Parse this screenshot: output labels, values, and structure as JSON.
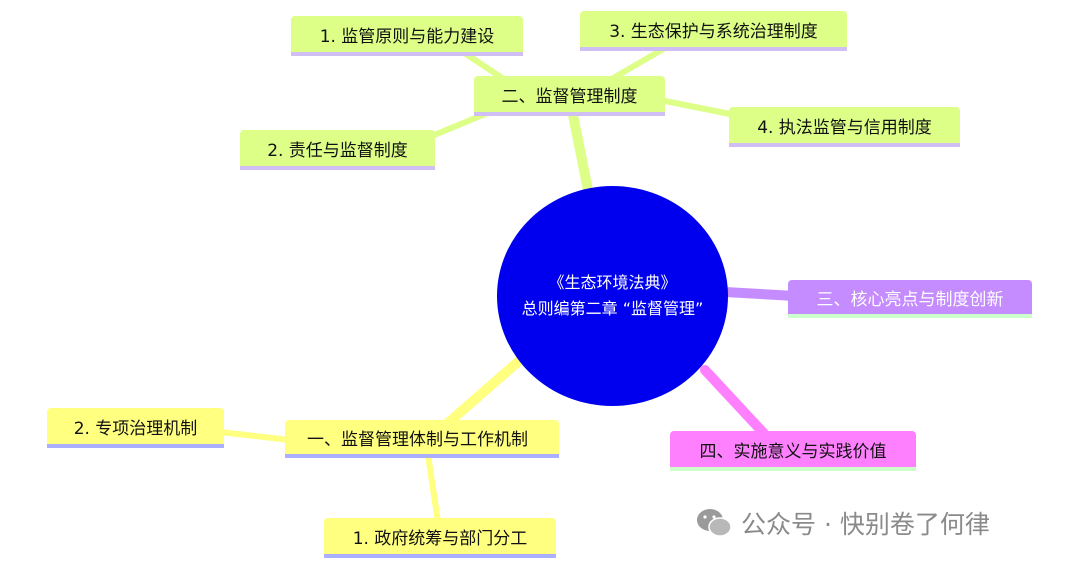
{
  "center": {
    "line1": "《生态环境法典》",
    "line2": "总则编第二章 “监督管理”"
  },
  "branches": {
    "b2": {
      "label": "二、监督管理制度",
      "children": [
        "1. 监管原则与能力建设",
        "3. 生态保护与系统治理制度",
        "4. 执法监管与信用制度",
        "2. 责任与监督制度"
      ]
    },
    "b3": {
      "label": "三、核心亮点与制度创新"
    },
    "b4": {
      "label": "四、实施意义与实践价值"
    },
    "b1": {
      "label": "一、监督管理体制与工作机制",
      "children": [
        "2. 专项治理机制",
        "1. 政府统筹与部门分工"
      ]
    }
  },
  "watermark": {
    "text": "公众号 · 快别卷了何律",
    "icon": "wechat-icon"
  },
  "colors": {
    "center": "#0000ee",
    "green": "#ddff88",
    "yellow": "#ffff80",
    "purple": "#c58cff",
    "pink": "#ff80ff"
  }
}
